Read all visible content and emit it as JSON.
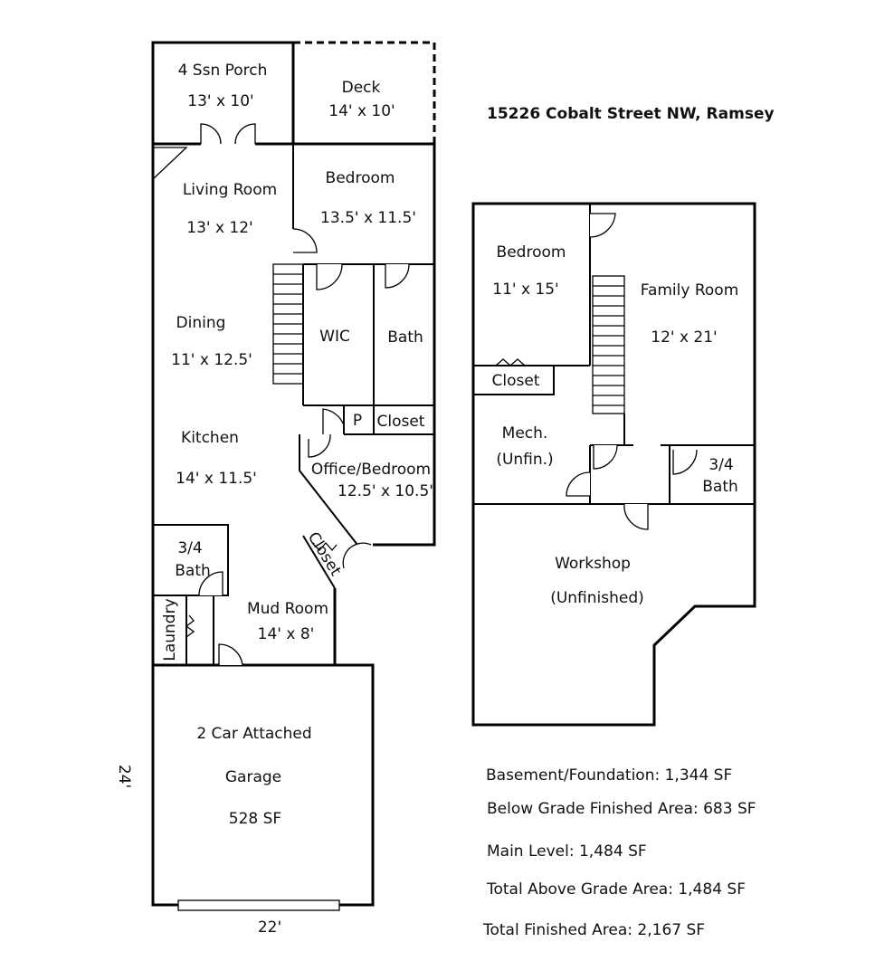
{
  "address": "15226 Cobalt Street NW, Ramsey",
  "main_level": {
    "porch": {
      "name": "4 Ssn Porch",
      "dims": "13' x 10'"
    },
    "deck": {
      "name": "Deck",
      "dims": "14' x 10'"
    },
    "living_room": {
      "name": "Living Room",
      "dims": "13' x 12'"
    },
    "bedroom": {
      "name": "Bedroom",
      "dims": "13.5' x 11.5'"
    },
    "dining": {
      "name": "Dining",
      "dims": "11' x 12.5'"
    },
    "wic": {
      "name": "WIC"
    },
    "bath": {
      "name": "Bath"
    },
    "pantry": {
      "name": "P"
    },
    "closet": {
      "name": "Closet"
    },
    "kitchen": {
      "name": "Kitchen",
      "dims": "14' x 11.5'"
    },
    "office": {
      "name": "Office/Bedroom",
      "dims": "12.5' x 10.5'"
    },
    "closet_angled": {
      "name": "Closet"
    },
    "bath_34": {
      "name_line1": "3/4",
      "name_line2": "Bath"
    },
    "laundry": {
      "name": "Laundry"
    },
    "mud_room": {
      "name": "Mud Room",
      "dims": "14' x 8'"
    },
    "garage": {
      "line1": "2 Car Attached",
      "line2": "Garage",
      "area": "528 SF"
    },
    "garage_depth": "24'",
    "garage_width": "22'"
  },
  "lower_level": {
    "bedroom": {
      "name": "Bedroom",
      "dims": "11' x 15'"
    },
    "family_room": {
      "name": "Family Room",
      "dims": "12' x 21'"
    },
    "closet": {
      "name": "Closet"
    },
    "mech": {
      "line1": "Mech.",
      "line2": "(Unfin.)"
    },
    "bath_34": {
      "name_line1": "3/4",
      "name_line2": "Bath"
    },
    "workshop": {
      "line1": "Workshop",
      "line2": "(Unfinished)"
    }
  },
  "stats": {
    "basement": "Basement/Foundation: 1,344 SF",
    "below_grade": "Below Grade Finished Area: 683 SF",
    "main_level": "Main Level: 1,484 SF",
    "above_grade": "Total Above Grade Area: 1,484 SF",
    "total_finished": "Total Finished Area: 2,167 SF"
  }
}
